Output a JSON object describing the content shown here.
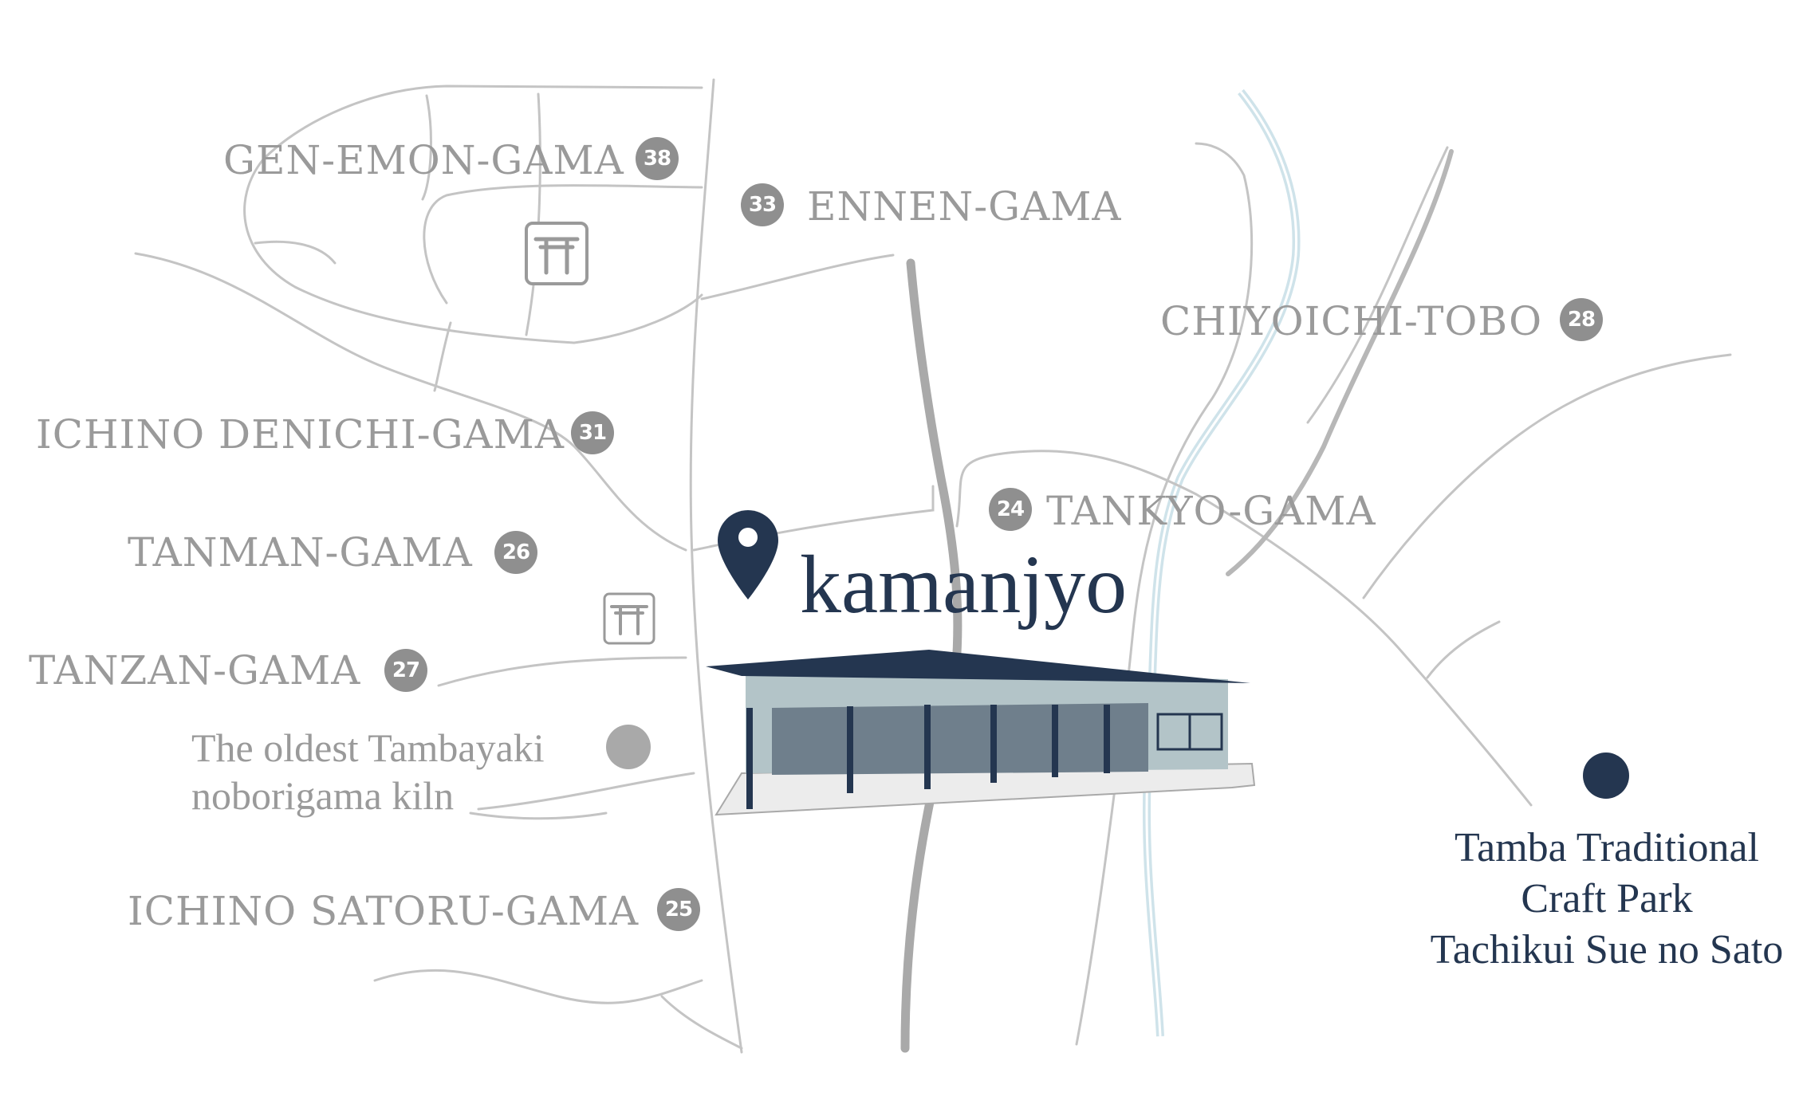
{
  "map": {
    "main_label": "kamanjyo",
    "kilns": [
      {
        "name": "GEN-EMON-GAMA",
        "number": "38"
      },
      {
        "name": "ENNEN-GAMA",
        "number": "33"
      },
      {
        "name": "CHIYOICHI-TOBO",
        "number": "28"
      },
      {
        "name": "ICHINO DENICHI-GAMA",
        "number": "31"
      },
      {
        "name": "TANKYO-GAMA",
        "number": "24"
      },
      {
        "name": "TANMAN-GAMA",
        "number": "26"
      },
      {
        "name": "TANZAN-GAMA",
        "number": "27"
      },
      {
        "name": "ICHINO SATORU-GAMA",
        "number": "25"
      }
    ],
    "oldest_kiln": {
      "line1": "The oldest Tambayaki",
      "line2": "noborigama kiln"
    },
    "park": {
      "line1": "Tamba Traditional",
      "line2": "Craft Park",
      "line3": "Tachikui Sue no Sato"
    },
    "colors": {
      "navy": "#243650",
      "label_gray": "#9a9a9a",
      "road": "#c4c4c4",
      "main_road": "#a9a9a9",
      "river": "#cfe3ea",
      "building_wall": "#b3c4c8",
      "building_glass": "#6f7f8c"
    },
    "icons": [
      "shrine-icon",
      "location-pin-icon",
      "building-illustration",
      "landmark-dot"
    ]
  }
}
